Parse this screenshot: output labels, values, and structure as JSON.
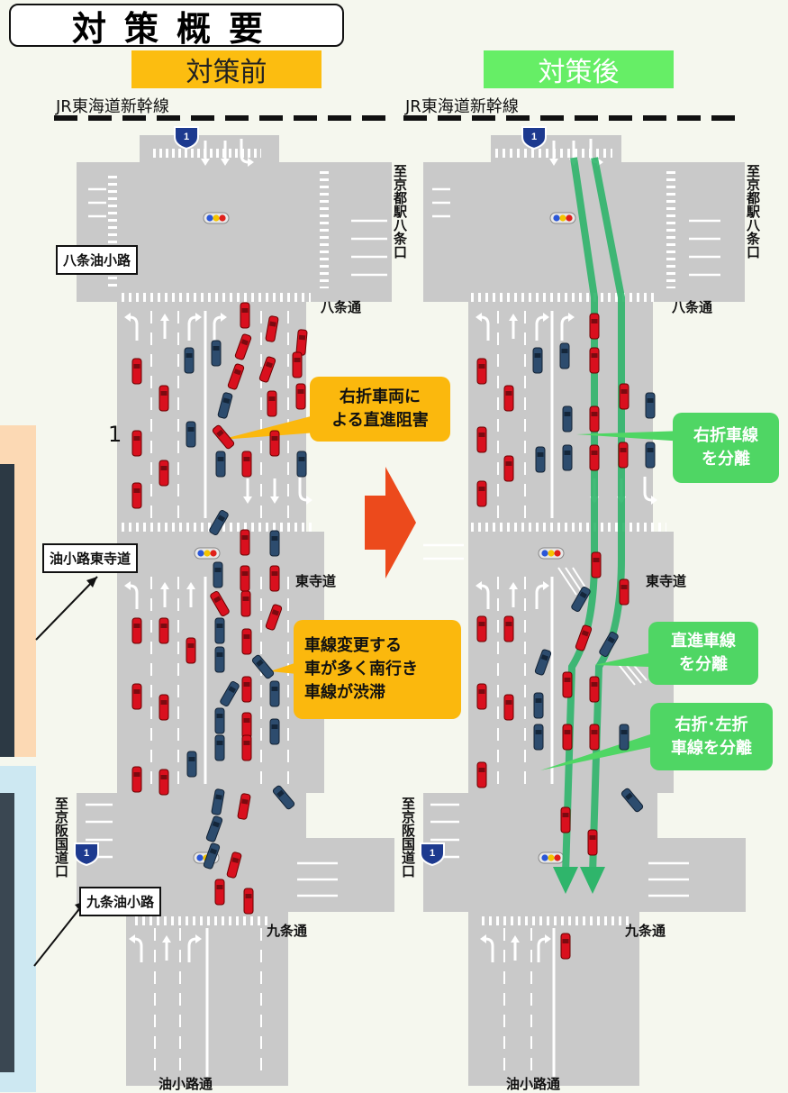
{
  "header": {
    "title": "対策概要",
    "before_label": "対策前",
    "after_label": "対策後"
  },
  "railway": {
    "left_label": "JR東海道新幹線",
    "right_label": "JR東海道新幹線"
  },
  "left_map": {
    "to_kyoto_station": "至京都駅八条口",
    "hachijo_abura": "八条油小路",
    "hachijo_dori": "八条通",
    "abura_higashi": "油小路東寺道",
    "higashi_dera": "東寺道",
    "to_keihan": "至京阪国道口",
    "kujo_abura": "九条油小路",
    "kujo_dori": "九条通",
    "abura_dori": "油小路通",
    "route_number": "1",
    "stray_mark": "1"
  },
  "right_map": {
    "to_kyoto_station": "至京都駅八条口",
    "hachijo_dori": "八条通",
    "higashi_dera": "東寺道",
    "to_keihan": "至京阪国道口",
    "kujo_dori": "九条通",
    "abura_dori": "油小路通",
    "route_number": "1"
  },
  "callouts": {
    "right_turn_block": "右折車両に\nよる直進阻害",
    "lane_change": "車線変更する\n車が多く南行き\n車線が渋滞",
    "separate_right": "右折車線\nを分離",
    "separate_straight": "直進車線\nを分離",
    "separate_both": "右折･左折\n車線を分離"
  },
  "colors": {
    "before_bg": "#fcbd10",
    "after_bg": "#66ee66",
    "road": "#c9c9c9",
    "car_red": "#d9101e",
    "car_blue": "#2d4c6e",
    "flow_arrow": "#2fb56b",
    "big_arrow": "#ec4a1c",
    "callout_orange": "#fbb80d",
    "callout_green": "#4fd664"
  }
}
